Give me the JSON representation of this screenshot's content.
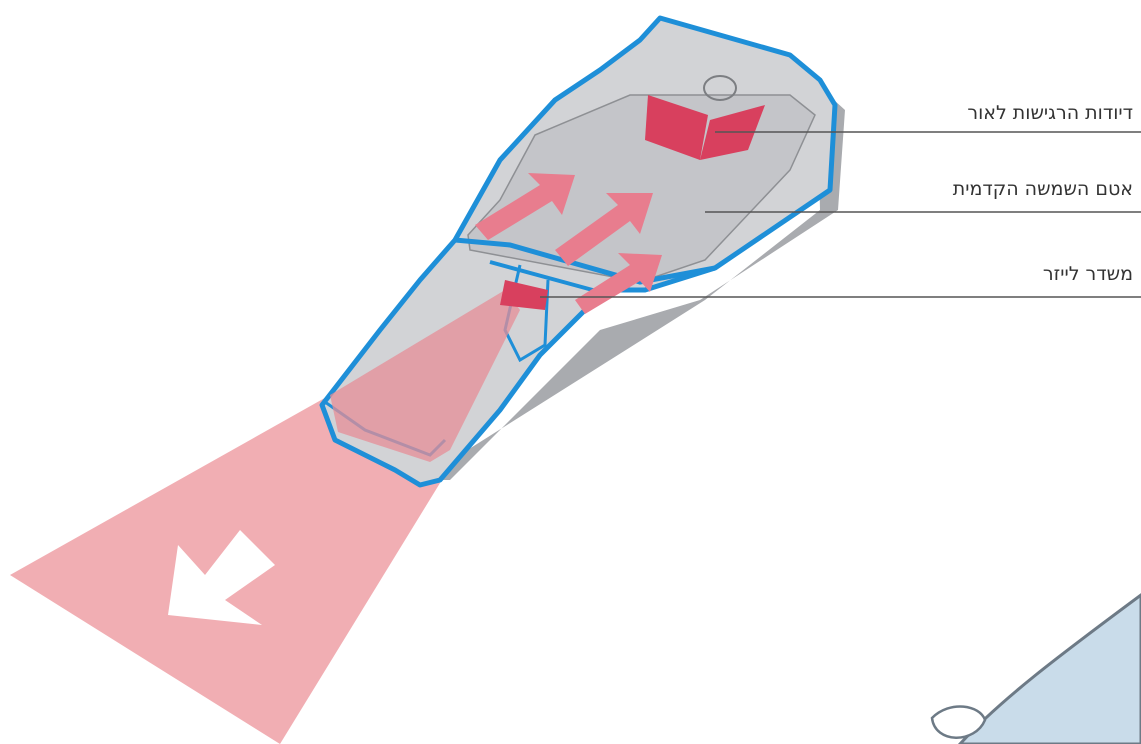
{
  "labels": [
    {
      "text": "דיודות הרגישות לאור"
    },
    {
      "text": "אטם השמשה הקדמית"
    },
    {
      "text": "משדר לייזר"
    }
  ],
  "colors": {
    "housing_outline": "#1e8fd8",
    "housing_body": "#d2d3d6",
    "housing_shadow": "#a9abaf",
    "laser_beam": "#efa5ab",
    "sensor_red": "#d8405e",
    "arrow_pink": "#e87d8e",
    "windshield_tint": "#c9dcea",
    "leader_line": "#555555"
  },
  "icons": [
    "down-left-arrow-icon",
    "up-right-arrow-icon"
  ]
}
